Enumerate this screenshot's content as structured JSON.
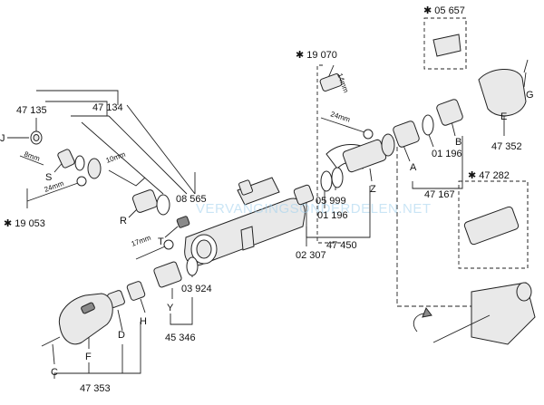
{
  "labels": {
    "p05657": "✱ 05 657",
    "p19070": "✱ 19 070",
    "p47135": "47 135",
    "p47134": "47 134",
    "p19053": "✱ 19 053",
    "p08565": "08 565",
    "p01196a": "01 196",
    "p05999": "05 999",
    "p01196b": "01 196",
    "p47167": "47 167",
    "p47352": "47 352",
    "p47282": "✱ 47 282",
    "p47450": "47 450",
    "p02307": "02 307",
    "p03924": "03 924",
    "p45346": "45 346",
    "p47353": "47 353",
    "J": "J",
    "S": "S",
    "R": "R",
    "T": "T",
    "Z": "Z",
    "A": "A",
    "B": "B",
    "E": "E",
    "G": "G",
    "Y": "Y",
    "H": "H",
    "D": "D",
    "F": "F",
    "C": "C"
  },
  "tools": {
    "t14mm": "14mm",
    "t24mm_top": "24mm",
    "t8mm": "8mm",
    "t10mm": "10mm",
    "t24mm_left": "24mm",
    "t17mm": "17mm"
  },
  "watermark": "VERVANGINGSONDERDELEN.NET"
}
